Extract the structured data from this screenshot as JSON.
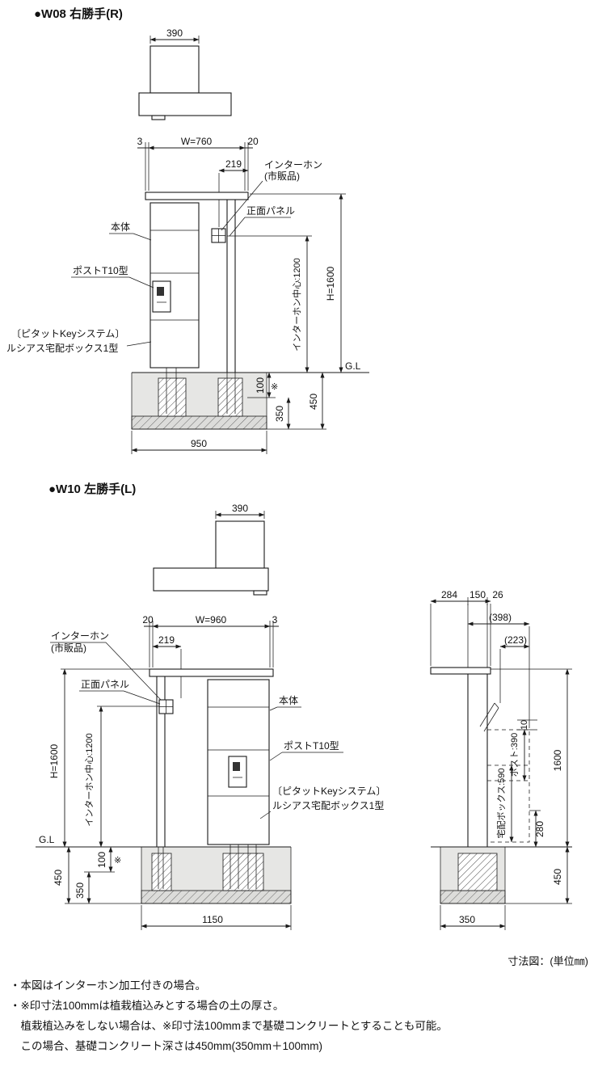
{
  "w08": {
    "title": "●W08 右勝手(R)",
    "top_view_width": "390",
    "gap_left": "3",
    "width": "W=760",
    "gap_right": "20",
    "intercom_offset": "219",
    "intercom_label_1": "インターホン",
    "intercom_label_2": "(市販品)",
    "front_panel": "正面パネル",
    "body": "本体",
    "post": "ポストT10型",
    "key_system_1": "〔ピタットKeyシステム〕",
    "key_system_2": "ルシアス宅配ボックス1型",
    "height": "H=1600",
    "intercom_center": "インターホン中心:1200",
    "gl": "G.L",
    "soil_depth": "100",
    "asterisk": "※",
    "concrete_depth": "350",
    "total_depth": "450",
    "base_width": "950"
  },
  "w10": {
    "title": "●W10 左勝手(L)",
    "top_view_width": "390",
    "gap_left": "20",
    "width": "W=960",
    "gap_right": "3",
    "intercom_offset": "219",
    "intercom_label_1": "インターホン",
    "intercom_label_2": "(市販品)",
    "front_panel": "正面パネル",
    "body": "本体",
    "post": "ポストT10型",
    "key_system_1": "〔ピタットKeyシステム〕",
    "key_system_2": "ルシアス宅配ボックス1型",
    "height": "H=1600",
    "intercom_center": "インターホン中心:1200",
    "gl": "G.L",
    "soil_depth": "100",
    "asterisk": "※",
    "concrete_depth": "350",
    "total_depth": "450",
    "base_width": "1150"
  },
  "side": {
    "depth_body": "284",
    "depth_pole": "150",
    "depth_cap": "26",
    "ref_depth_total": "(398)",
    "ref_depth_box": "(223)",
    "gap_top": "10",
    "post_height": "ポスト:390",
    "delivery_box_height": "宅配ボックス:590",
    "box_bottom_height": "280",
    "height": "1600",
    "total_depth": "450",
    "base_depth": "350"
  },
  "caption": "寸法図：(単位㎜)",
  "notes": [
    "・本図はインターホン加工付きの場合。",
    "・※印寸法100mmは植栽植込みとする場合の土の厚さ。",
    "　植栽植込みをしない場合は、※印寸法100mmまで基礎コンクリートとすることも可能。",
    "　この場合、基礎コンクリート深さは450mm(350mm＋100mm)"
  ]
}
